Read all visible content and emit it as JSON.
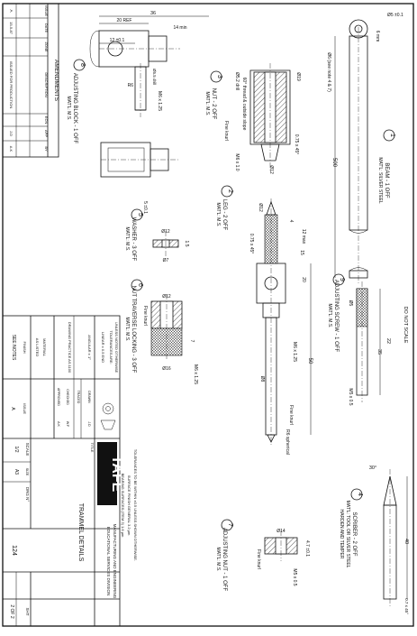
{
  "title_block": {
    "tafe_logo": "TAFE",
    "division_line1": "MANUFACTURING AND ENGINEERING",
    "division_line2": "EDUCATIONAL SERVICES DIVISION",
    "title_label": "TITLE",
    "title": "TRAMMEL DETAILS",
    "scale_label": "SCALE",
    "scale": "1/2",
    "size_label": "SIZE",
    "size": "A3",
    "drg_label": "DRG N°",
    "drg": "124",
    "sheet_label": "SHT",
    "sheet": "2 OF 2",
    "finish_label": "FINISH",
    "finish": "SEE NOTES",
    "issue_label": "ISSUE",
    "issue": "A",
    "drawn_label": "DRAWN",
    "drawn": "J.D",
    "traced_label": "TRACED",
    "checked_label": "CHECKED",
    "checked": "W.F",
    "approved_label": "APPROVED",
    "approved": "A.K",
    "material_label": "MATERIAL",
    "material": "AS LISTED",
    "tol_line1": "UNLESS NOTED OTHERWISE",
    "tol_line2": "TOLERANCES ARE:",
    "tol_linear": "LINEAR ± 0.5 END",
    "tol_angular": "ANGULAR ± 1°",
    "standard": "DRAWING PRACTICE AS 1100"
  },
  "revisions": {
    "heading": "AMENDMENTS",
    "cols": [
      "ISSUE",
      "DATE",
      "ZONE",
      "DESCRIPTION",
      "ECN",
      "APP",
      "BY"
    ],
    "row": {
      "issue": "A",
      "date": "15-5-87",
      "description": "ISSUED FOR PRODUCTION",
      "app": "J.D",
      "by": "A.K"
    }
  },
  "notes": {
    "do_not_scale": "DO NOT SCALE",
    "tolerances": "TOLERANCES TO BE WITHIN ±0.5 UNLESS SHOWN OTHERWISE.",
    "surface": "SURFACE FINISH GENERAL 3.2 µm",
    "bearing": "BEARING SURFACES (ITEM 3) 1.6 µm"
  },
  "parts": [
    {
      "num": "1",
      "name": "BEAM - 1 OFF",
      "mat": "MAT'L: SILVER STEEL"
    },
    {
      "num": "2",
      "name": "LEG - 2 OFF",
      "mat": "MAT'L: M.S."
    },
    {
      "num": "3",
      "name": "NUT - 2 OFF",
      "mat": "MAT'L: M.S."
    },
    {
      "num": "4",
      "name": "SCRIBER - 2 OFF",
      "mat": "MAT'L: TOOL OR SILVER STEEL",
      "extra": "HARDEN AND TEMPER"
    },
    {
      "num": "5",
      "name": "WASHER - 3 OFF",
      "mat": "MAT'L: M.S."
    },
    {
      "num": "6",
      "name": "NUT TRAVERSE LOCKING - 3 OFF",
      "mat": "MAT'L: M.S."
    },
    {
      "num": "7",
      "name": "ADJUSTING NUT - 1 OFF",
      "mat": "MAT'L: M.S."
    },
    {
      "num": "8",
      "name": "ADJUSTING BLOCK - 1 OFF",
      "mat": "MAT'L: M.S."
    },
    {
      "num": "9",
      "name": "ADJUSTING SCREW - 1 OFF",
      "mat": "MAT'L: M.S."
    }
  ],
  "dims": {
    "beam_len": "500",
    "beam_dia": "Ø6 (see note 4 & 7)",
    "beam_small": "Ø5 ±0.1",
    "beam_ch": "0.5 x 45°",
    "beam_hole": "6 mm",
    "block_36": "36",
    "block_20ref": "20 REF",
    "block_14": "14 min",
    "block_12": "12 ±0.1",
    "block_m6": "M6 x 1.25",
    "block_r6": "R6",
    "block_5": "5 ±0.1",
    "block_ds": "Ø5.5 drill",
    "nut_thread": "60° thread & outside slope",
    "nut_drill": "Ø5.2 drill",
    "nut_19": "Ø19",
    "nut_12": "Ø12",
    "nut_m6": "M6 x 1.0",
    "nut_knurl": "Fine knurl",
    "nut_ch": "0.75 x 45°",
    "leg_50": "50",
    "leg_4": "4",
    "leg_12": "12 max",
    "leg_15": "15",
    "leg_6": "6",
    "leg_20": "20",
    "leg_m6": "M6 x 1.25",
    "leg_ch": "0.75 x 45°",
    "leg_rad": "R6 spherical",
    "leg_knurl": "Fine knurl",
    "leg_d8": "Ø8",
    "leg_d12": "Ø12",
    "wash_12": "Ø12",
    "wash_7": "Ø7",
    "wash_15": "1.5",
    "lock_16": "Ø16",
    "lock_12": "Ø12",
    "lock_m6": "M6 x 1.25",
    "lock_knurl": "Fine knurl",
    "lock_7": "7",
    "scr_m5": "M5 x 0.5",
    "scr_22": "22",
    "scr_35": "35",
    "scr_5": "Ø5",
    "scrib_30": "30°",
    "scrib_40": "40",
    "scrib_ch": "0.7 x 45°",
    "adj_14": "Ø14",
    "adj_m5": "M5 x 0.5",
    "adj_47": "4.7 ±0.1",
    "adj_knurl": "Fine knurl"
  }
}
